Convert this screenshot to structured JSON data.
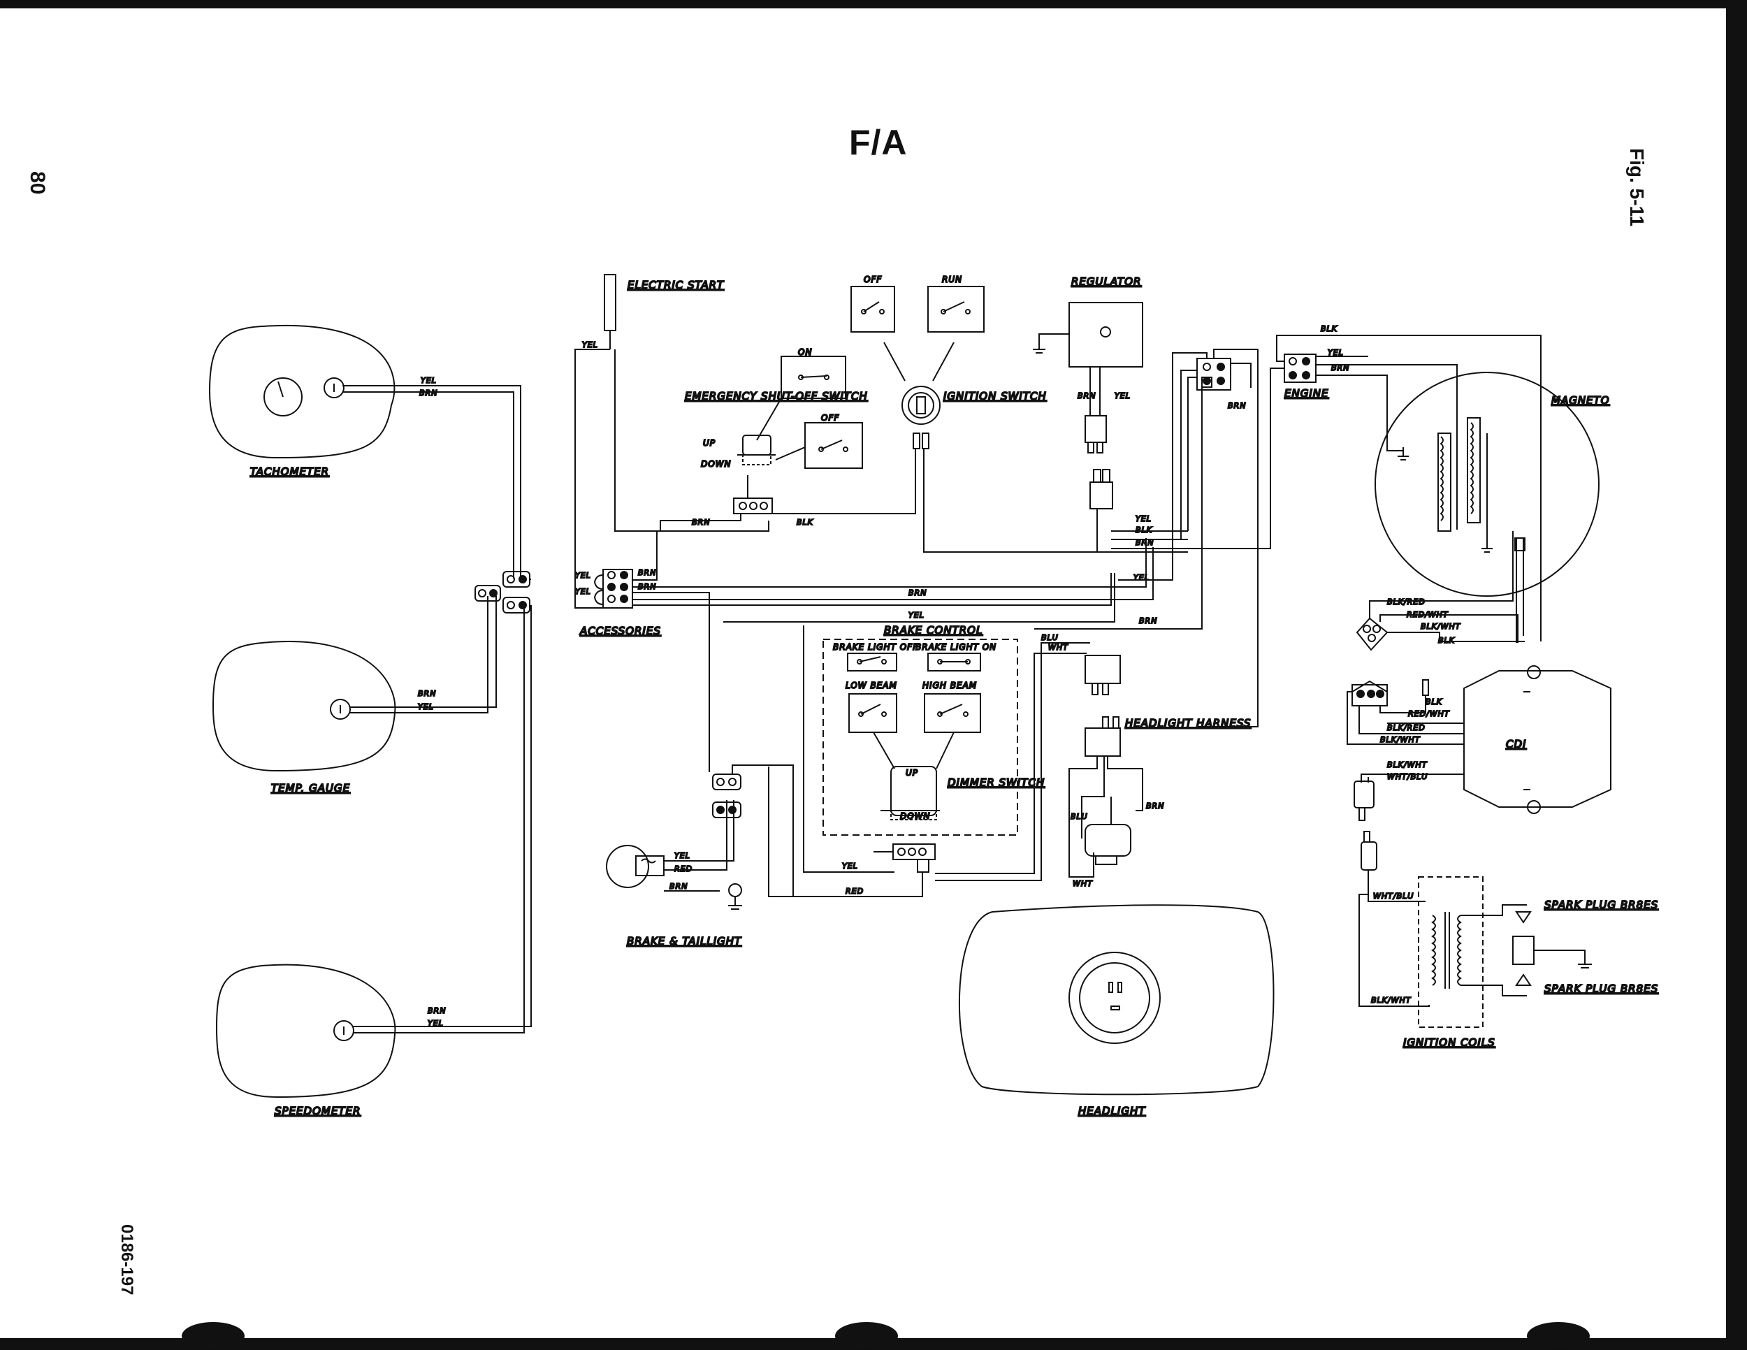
{
  "page": {
    "title": "F/A",
    "page_number": "80",
    "figure": "Fig. 5-11",
    "part_number": "0186-197"
  },
  "components": {
    "tachometer": "TACHOMETER",
    "temp_gauge": "TEMP. GAUGE",
    "speedometer": "SPEEDOMETER",
    "electric_start": "ELECTRIC START",
    "emergency_switch": "EMERGENCY SHUT-OFF SWITCH",
    "ignition_switch": "IGNITION SWITCH",
    "regulator": "REGULATOR",
    "engine": "ENGINE",
    "magneto": "MAGNETO",
    "accessories": "ACCESSORIES",
    "brake_control": "BRAKE CONTROL",
    "dimmer_switch": "DIMMER SWITCH",
    "headlight_harness": "HEADLIGHT HARNESS",
    "cdi": "CDI",
    "brake_taillight": "BRAKE & TAILLIGHT",
    "headlight": "HEADLIGHT",
    "ignition_coils": "IGNITION COILS",
    "spark_plug_1": "SPARK PLUG BR8ES",
    "spark_plug_2": "SPARK PLUG BR8ES"
  },
  "switch_states": {
    "on": "ON",
    "off": "OFF",
    "run": "RUN",
    "up": "UP",
    "down": "DOWN",
    "brake_light_off": "BRAKE LIGHT OFF",
    "brake_light_on": "BRAKE LIGHT ON",
    "low_beam": "LOW BEAM",
    "high_beam": "HIGH BEAM"
  },
  "wire_colors": {
    "yel": "YEL",
    "brn": "BRN",
    "blk": "BLK",
    "red": "RED",
    "blu": "BLU",
    "wht": "WHT",
    "blk_red": "BLK/RED",
    "red_wht": "RED/WHT",
    "blk_wht": "BLK/WHT",
    "wht_blu": "WHT/BLU"
  },
  "ink_color": "#111111"
}
